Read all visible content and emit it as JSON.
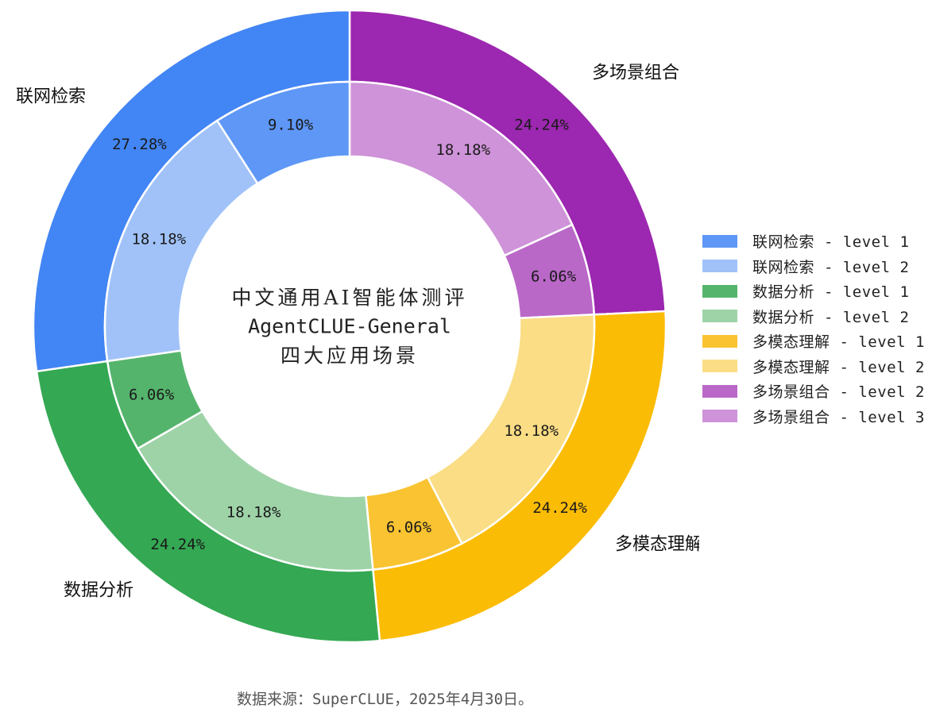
{
  "chart_data": {
    "type": "pie",
    "subtype": "nested-donut",
    "title": "中文通用AI智能体测评 AgentCLUE-General 四大应用场景",
    "center_text": [
      "中文通用AI智能体测评",
      "AgentCLUE-General",
      "四大应用场景"
    ],
    "direction": "clockwise-from-top",
    "outer_ring": [
      {
        "name": "多场景组合",
        "value": 24.24,
        "label": "24.24%",
        "color": "#9C27B0"
      },
      {
        "name": "多模态理解",
        "value": 24.24,
        "label": "24.24%",
        "color": "#FBBC05"
      },
      {
        "name": "数据分析",
        "value": 24.24,
        "label": "24.24%",
        "color": "#34A853"
      },
      {
        "name": "联网检索",
        "value": 27.28,
        "label": "27.28%",
        "color": "#4285F4"
      }
    ],
    "inner_ring": [
      {
        "name": "多场景组合 - level 3",
        "value": 18.18,
        "label": "18.18%",
        "color": "#CE93D8"
      },
      {
        "name": "多场景组合 - level 2",
        "value": 6.06,
        "label": "6.06%",
        "color": "#BA68C8"
      },
      {
        "name": "多模态理解 - level 2",
        "value": 18.18,
        "label": "18.18%",
        "color": "#FADD84"
      },
      {
        "name": "多模态理解 - level 1",
        "value": 6.06,
        "label": "6.06%",
        "color": "#F9C331"
      },
      {
        "name": "数据分析 - level 2",
        "value": 18.18,
        "label": "18.18%",
        "color": "#9ED3A8"
      },
      {
        "name": "数据分析 - level 1",
        "value": 6.06,
        "label": "6.06%",
        "color": "#55B46C"
      },
      {
        "name": "联网检索 - level 2",
        "value": 18.18,
        "label": "18.18%",
        "color": "#A0C2F9"
      },
      {
        "name": "联网检索 - level 1",
        "value": 9.1,
        "label": "9.10%",
        "color": "#5E97F6"
      }
    ],
    "legend": [
      {
        "label": "联网检索 - level 1",
        "color": "#5E97F6"
      },
      {
        "label": "联网检索 - level 2",
        "color": "#A0C2F9"
      },
      {
        "label": "数据分析 - level 1",
        "color": "#55B46C"
      },
      {
        "label": "数据分析 - level 2",
        "color": "#9ED3A8"
      },
      {
        "label": "多模态理解 - level 1",
        "color": "#F9C331"
      },
      {
        "label": "多模态理解 - level 2",
        "color": "#FADD84"
      },
      {
        "label": "多场景组合 - level 2",
        "color": "#BA68C8"
      },
      {
        "label": "多场景组合 - level 3",
        "color": "#CE93D8"
      }
    ],
    "legend_position": "right"
  },
  "source": "数据来源：SuperCLUE，2025年4月30日。"
}
